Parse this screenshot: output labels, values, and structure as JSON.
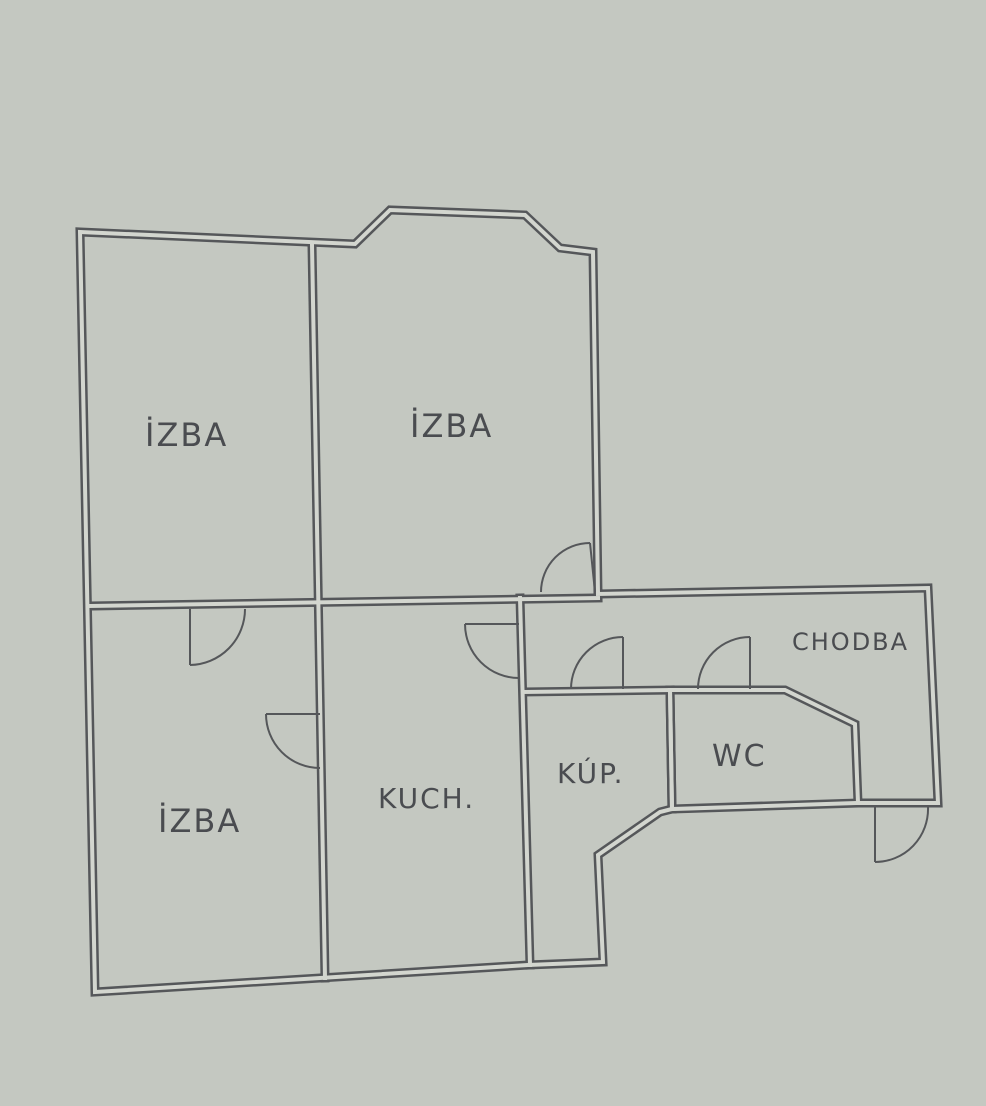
{
  "rooms": {
    "izba_top_left": "İZBA",
    "izba_top_right": "İZBA",
    "izba_bottom_left": "İZBA",
    "kuchyna": "KUCH.",
    "kupelna": "KÚP.",
    "wc": "WC",
    "chodba": "CHODBA"
  },
  "colors": {
    "paper": "#c4c8c1",
    "wall": "#55575a",
    "wall_core": "#d3d6cf",
    "text": "#4a4c50"
  }
}
